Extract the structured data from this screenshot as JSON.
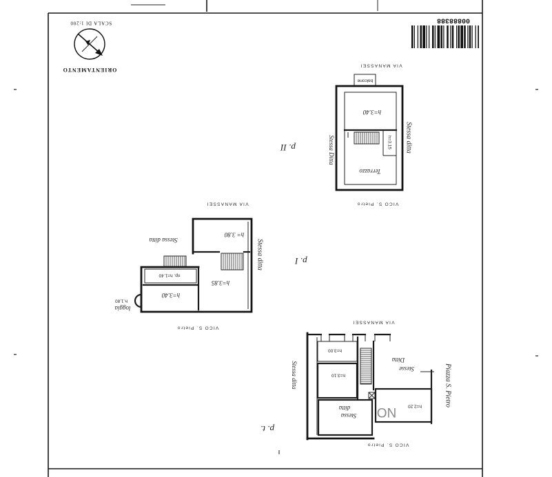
{
  "orientation": {
    "label": "ORIENTAMENTO",
    "scale": "SCALA DI 1:200"
  },
  "barcode": {
    "number": "00888388"
  },
  "floor_p2": {
    "floor_label": "p. II",
    "street_north": "VIA MANASSEI",
    "street_south": "VICO S. Pietro",
    "balcony": "balcone",
    "room_height": "h=3.40",
    "stair_height": "h=3.15",
    "terrace": "Terrazzo",
    "neighbor_east": "Stessa ditta",
    "neighbor_west": "Stessa Ditta"
  },
  "floor_p1": {
    "floor_label": "p. I",
    "street_north": "VIA MANASSEI",
    "street_south": "VICO S. Pietro",
    "room_upper_height": "h= 3.80",
    "room_main_height": "h=3.85",
    "storage_height": "rip. h=1.40",
    "room_west_height": "h=3.40",
    "loggia_label": "loggia",
    "loggia_height": "h.1,80",
    "neighbor_north": "Stessa ditta",
    "neighbor_east": "Stessa ditta"
  },
  "floor_pt": {
    "floor_label": "p. t.",
    "street_north": "VIA MANASSEI",
    "street_south": "VICO S. Pietro",
    "square": "Piazza S. Pietro",
    "room_a_height": "h=3.00",
    "room_b_height": "h=3.10",
    "room_c_height": "h=2.20",
    "neighbor_east_line1": "Stesse",
    "neighbor_east_line2": "Ditta",
    "neighbor_south_line1": "Stessa",
    "neighbor_south_line2": "ditta",
    "neighbor_west": "Stessa ditta",
    "stamp": "NO"
  }
}
